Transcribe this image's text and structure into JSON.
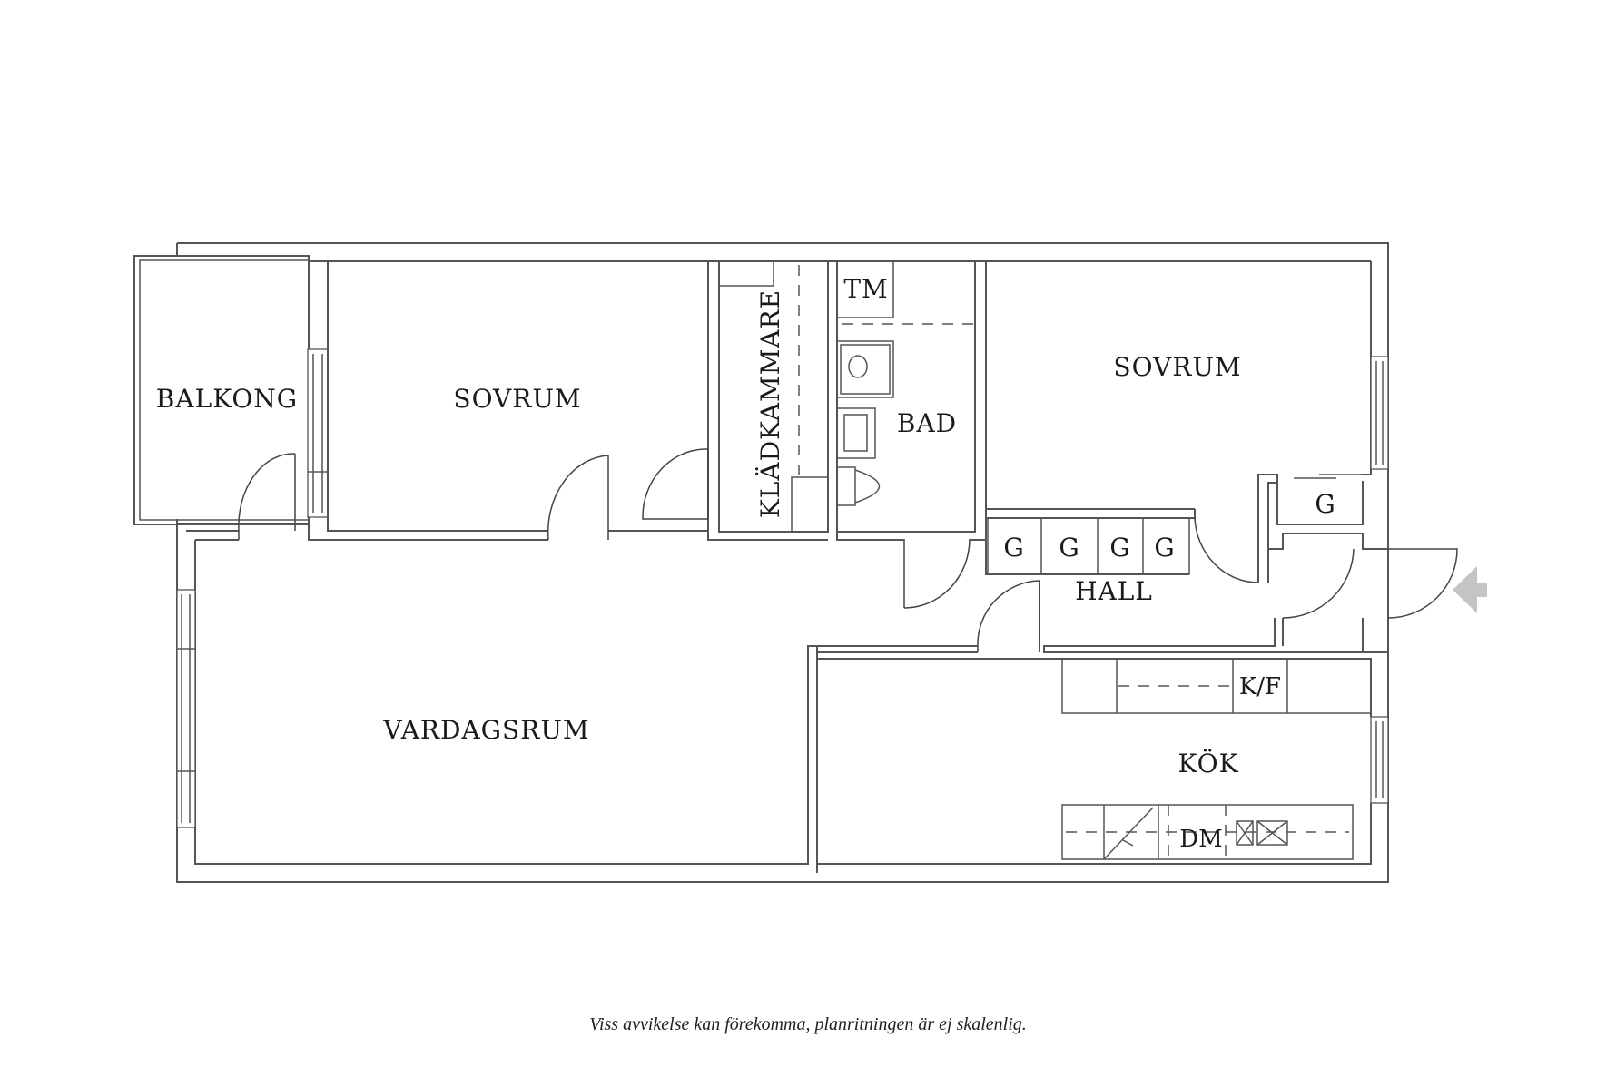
{
  "floorplan": {
    "rooms": {
      "balkong": "BALKONG",
      "sovrum_1": "SOVRUM",
      "kladkammare": "KLÄDKAMMARE",
      "tm": "TM",
      "bad": "BAD",
      "sovrum_2": "SOVRUM",
      "vardagsrum": "VARDAGSRUM",
      "hall": "HALL",
      "kok": "KÖK",
      "kf": "K/F",
      "dm": "DM"
    },
    "closets": [
      "G",
      "G",
      "G",
      "G",
      "G"
    ],
    "entrance_arrow": "entrance-arrow",
    "colors": {
      "line": "#555555",
      "text": "#1a1a1a",
      "arrow": "#c4c4c4",
      "background": "#ffffff"
    }
  },
  "disclaimer": "Viss avvikelse kan förekomma, planritningen är ej skalenlig."
}
